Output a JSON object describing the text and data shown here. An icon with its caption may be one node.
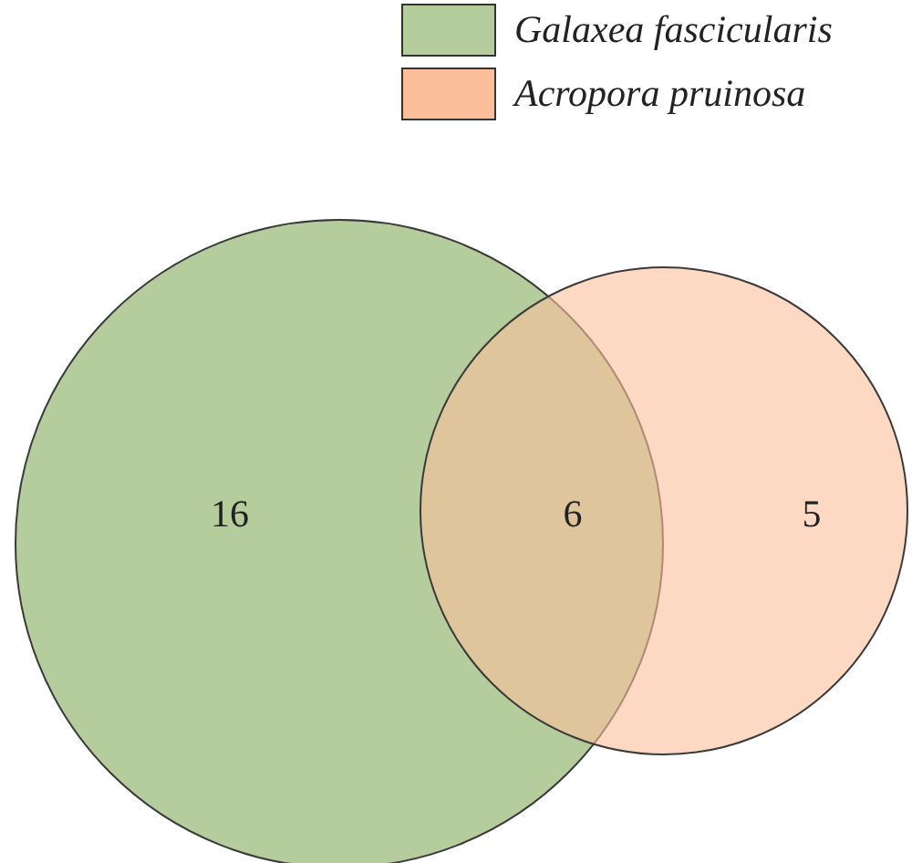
{
  "diagram": {
    "nodes": [
      {
        "text": [
          "16"
        ]
      },
      {
        "text": [
          "5"
        ]
      }
    ],
    "edges": [],
    "labels": [
      "6"
    ],
    "legend": [
      {
        "text": "Galaxea fascicularis",
        "color": "#b5cc9c"
      },
      {
        "text": "Acropora pruinosa",
        "color": "#fbbf9b"
      }
    ]
  }
}
